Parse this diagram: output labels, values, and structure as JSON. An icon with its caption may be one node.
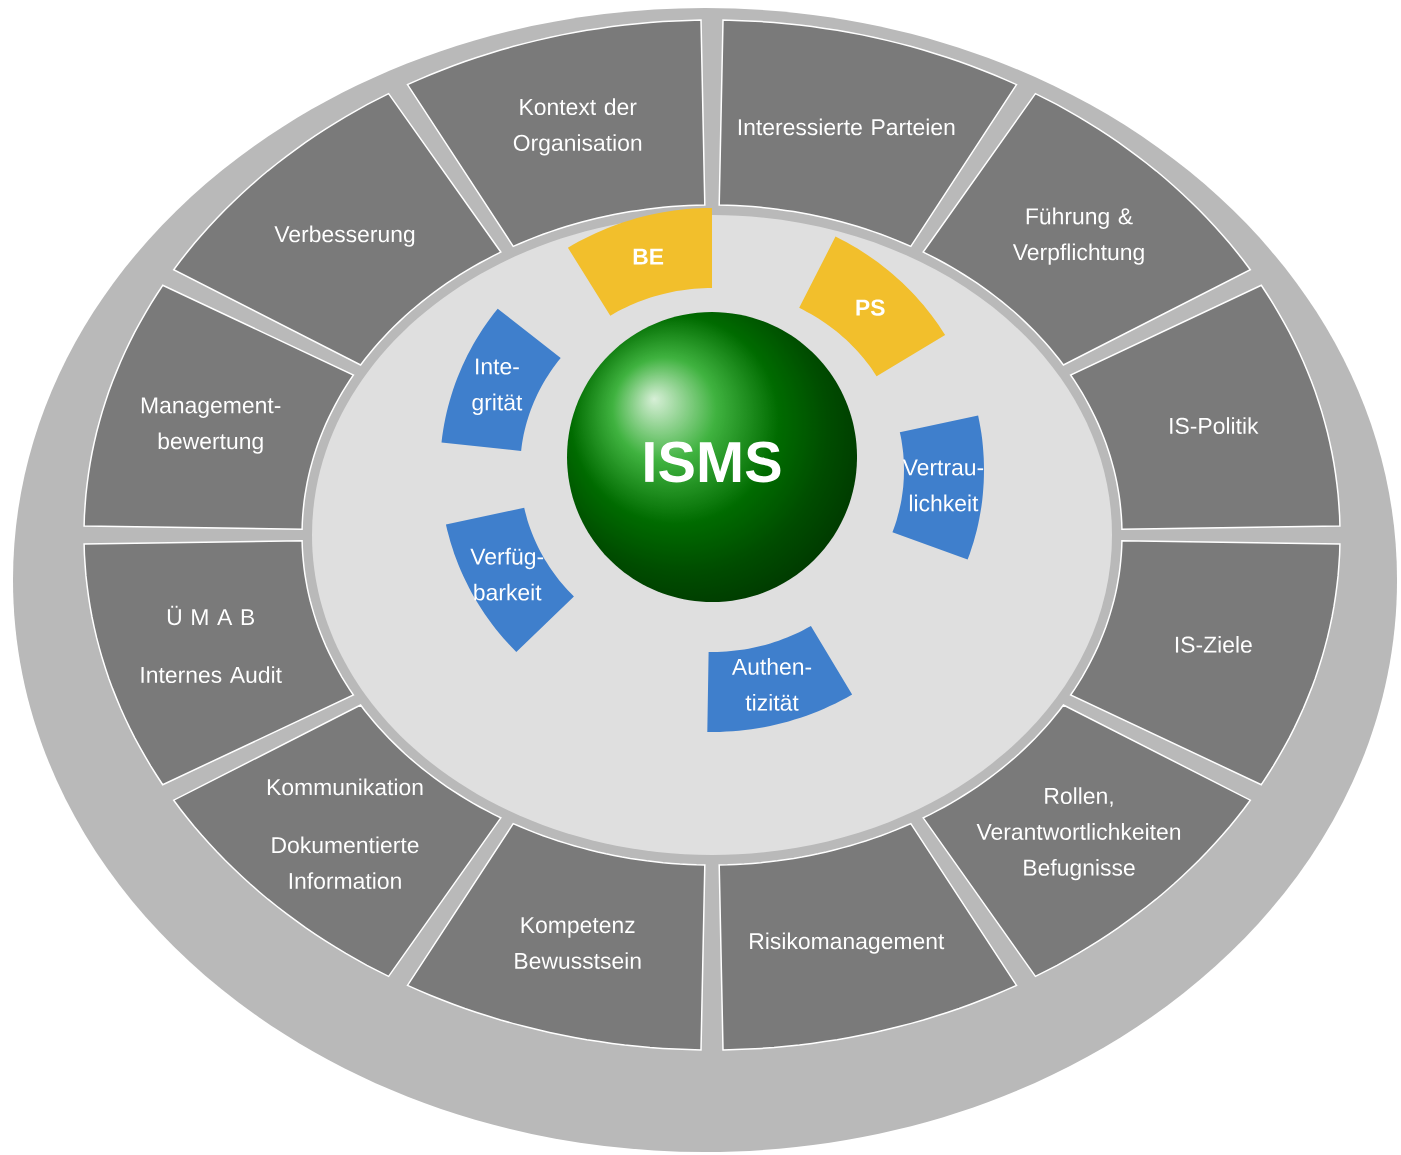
{
  "diagram": {
    "nodes": [
      {
        "text": [
          "Kontext der Organisation"
        ]
      },
      {
        "text": [
          "Interessierte Parteien"
        ]
      },
      {
        "text": [
          "Verbesserung"
        ]
      },
      {
        "text": [
          "Führung & Verpflichtung"
        ]
      },
      {
        "text": [
          "BE"
        ]
      },
      {
        "text": [
          "PS"
        ]
      },
      {
        "text": [
          "Management- bewertung"
        ]
      },
      {
        "text": [
          "IS-Politik"
        ]
      },
      {
        "text": [
          "Inte- grität"
        ]
      },
      {
        "text": [
          "ISMS"
        ]
      },
      {
        "text": [
          "Vertrau- lichkeit"
        ]
      },
      {
        "text": [
          "Ü M A B",
          "Internes Audit"
        ]
      },
      {
        "text": [
          "IS-Ziele"
        ]
      },
      {
        "text": [
          "Verfüg- barkeit"
        ]
      },
      {
        "text": [
          "Authen- tizität"
        ]
      },
      {
        "text": [
          "Kommunikation",
          "Dokumentierte Information"
        ]
      },
      {
        "text": [
          "Rollen, Verantwortlichkeiten Befugnisse"
        ]
      },
      {
        "text": [
          "Kompetenz Bewusstsein"
        ]
      },
      {
        "text": [
          "Risikomanagement"
        ]
      }
    ]
  }
}
